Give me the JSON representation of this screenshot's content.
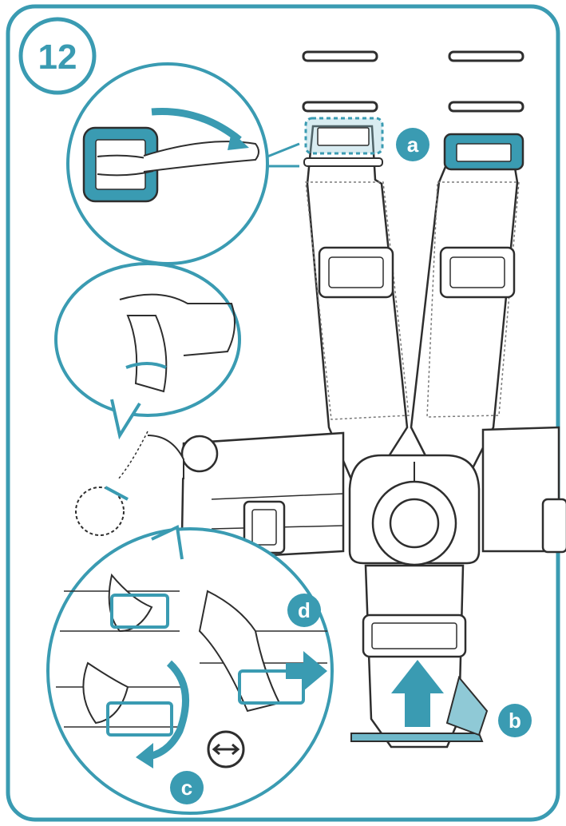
{
  "step": {
    "number": "12"
  },
  "callouts": {
    "a": "a",
    "b": "b",
    "c": "c",
    "d": "d"
  },
  "colors": {
    "accent": "#3a9bb2",
    "accent_light": "#6fb8c9",
    "accent_fill": "#5aa9bd",
    "line": "#2e2e2e",
    "background": "#ffffff"
  },
  "icons": {
    "step_badge": "circle-badge",
    "direction_arrow_up": "arrow-up-icon",
    "direction_arrow_right": "arrow-right-icon",
    "rotate_arrow": "curved-rotate-arrow-icon",
    "swap_icon": "swap-horizontal-circle-icon"
  }
}
